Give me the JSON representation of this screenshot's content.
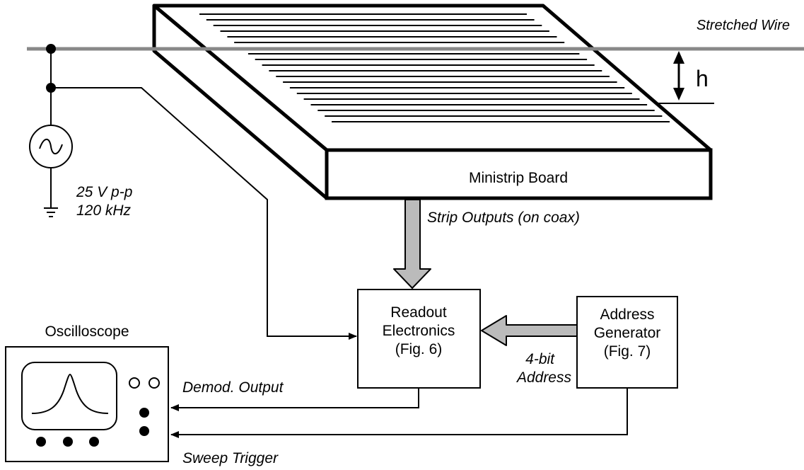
{
  "labels": {
    "stretched_wire": "Stretched Wire",
    "h": "h",
    "board": "Ministrip Board",
    "source_voltage": "25 V p-p",
    "source_freq": "120 kHz",
    "strip_outputs": "Strip Outputs (on coax)",
    "readout_line1": "Readout",
    "readout_line2": "Electronics",
    "readout_line3": "(Fig. 6)",
    "address_line1": "Address",
    "address_line2": "Generator",
    "address_line3": "(Fig. 7)",
    "address_bus_line1": "4-bit",
    "address_bus_line2": "Address",
    "oscilloscope": "Oscilloscope",
    "demod_output": "Demod. Output",
    "sweep_trigger": "Sweep Trigger"
  }
}
